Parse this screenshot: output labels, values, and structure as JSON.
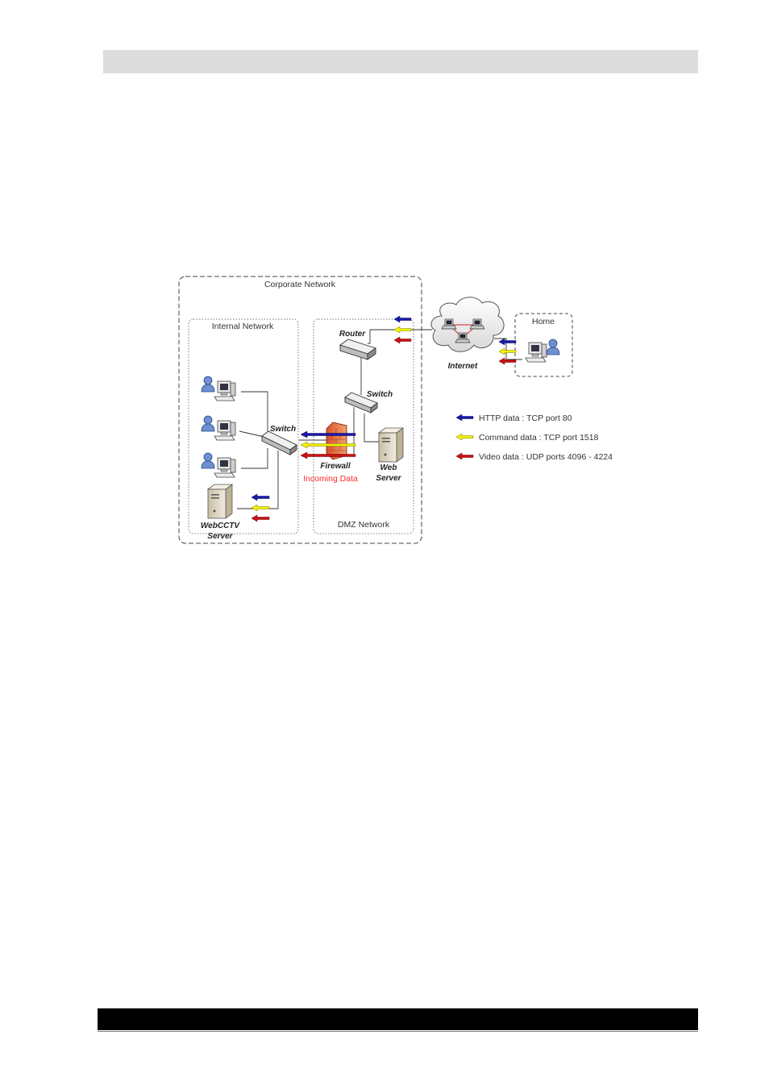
{
  "diagram": {
    "zones": {
      "corporate": "Corporate Network",
      "internal": "Internal Network",
      "dmz": "DMZ Network",
      "home": "Home"
    },
    "nodes": {
      "router": "Router",
      "dmz_switch": "Switch",
      "internal_switch": "Switch",
      "firewall": "Firewall",
      "web_server_line1": "Web",
      "web_server_line2": "Server",
      "webcctv_line1": "WebCCTV",
      "webcctv_line2": "Server",
      "internet": "Internet"
    },
    "incoming_data": "Incoming Data",
    "legend": [
      {
        "label": "HTTP data : TCP port 80",
        "color": "#1a1aa8"
      },
      {
        "label": "Command data : TCP port 1518",
        "color": "#f2f200"
      },
      {
        "label": "Video data : UDP ports 4096 - 4224",
        "color": "#cc1111"
      }
    ]
  }
}
